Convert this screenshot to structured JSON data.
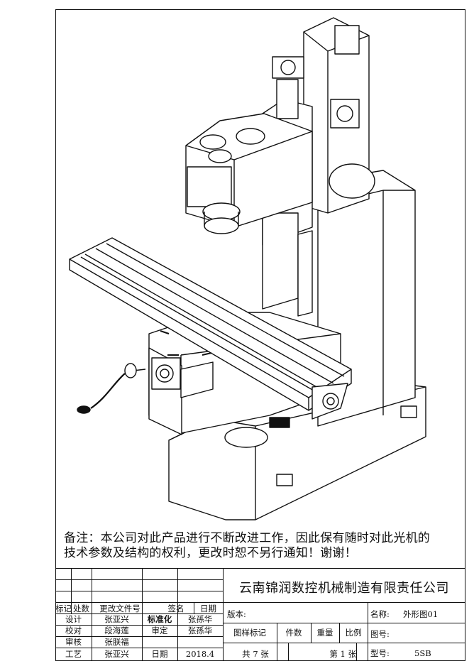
{
  "note": {
    "line1": "备注：本公司对此产品进行不断改进工作，因此保有随时对此光机的",
    "line2": "技术参数及结构的权利，更改时恕不另行通知！谢谢！"
  },
  "title_block": {
    "company": "云南锦润数控机械制造有限责任公司",
    "headers": {
      "mark": "标记",
      "location": "处数",
      "change_doc": "更改文件号",
      "signature": "签名",
      "date": "日期"
    },
    "rows": {
      "design_label": "设计",
      "design_name": "张亚兴",
      "standardize_label": "标准化",
      "standardize_name": "张孫华",
      "check_label": "校对",
      "check_name": "段海莲",
      "approve_label": "审定",
      "approve_name": "张孫华",
      "review_label": "审核",
      "review_name": "张朕福",
      "process_label": "工艺",
      "process_name": "张亚兴",
      "date_label": "日期",
      "date_value": "2018.4"
    },
    "version_label": "版本:",
    "pattern_mark": "图样标记",
    "quantity": "件数",
    "weight": "重量",
    "scale": "比例",
    "total_sheets": "共 7 张",
    "sheet_no": "第 1 张",
    "name_label": "名称:",
    "name_value": "外形图01",
    "drawing_no_label": "图号:",
    "model_label": "型号:",
    "model_value": "5SB"
  }
}
